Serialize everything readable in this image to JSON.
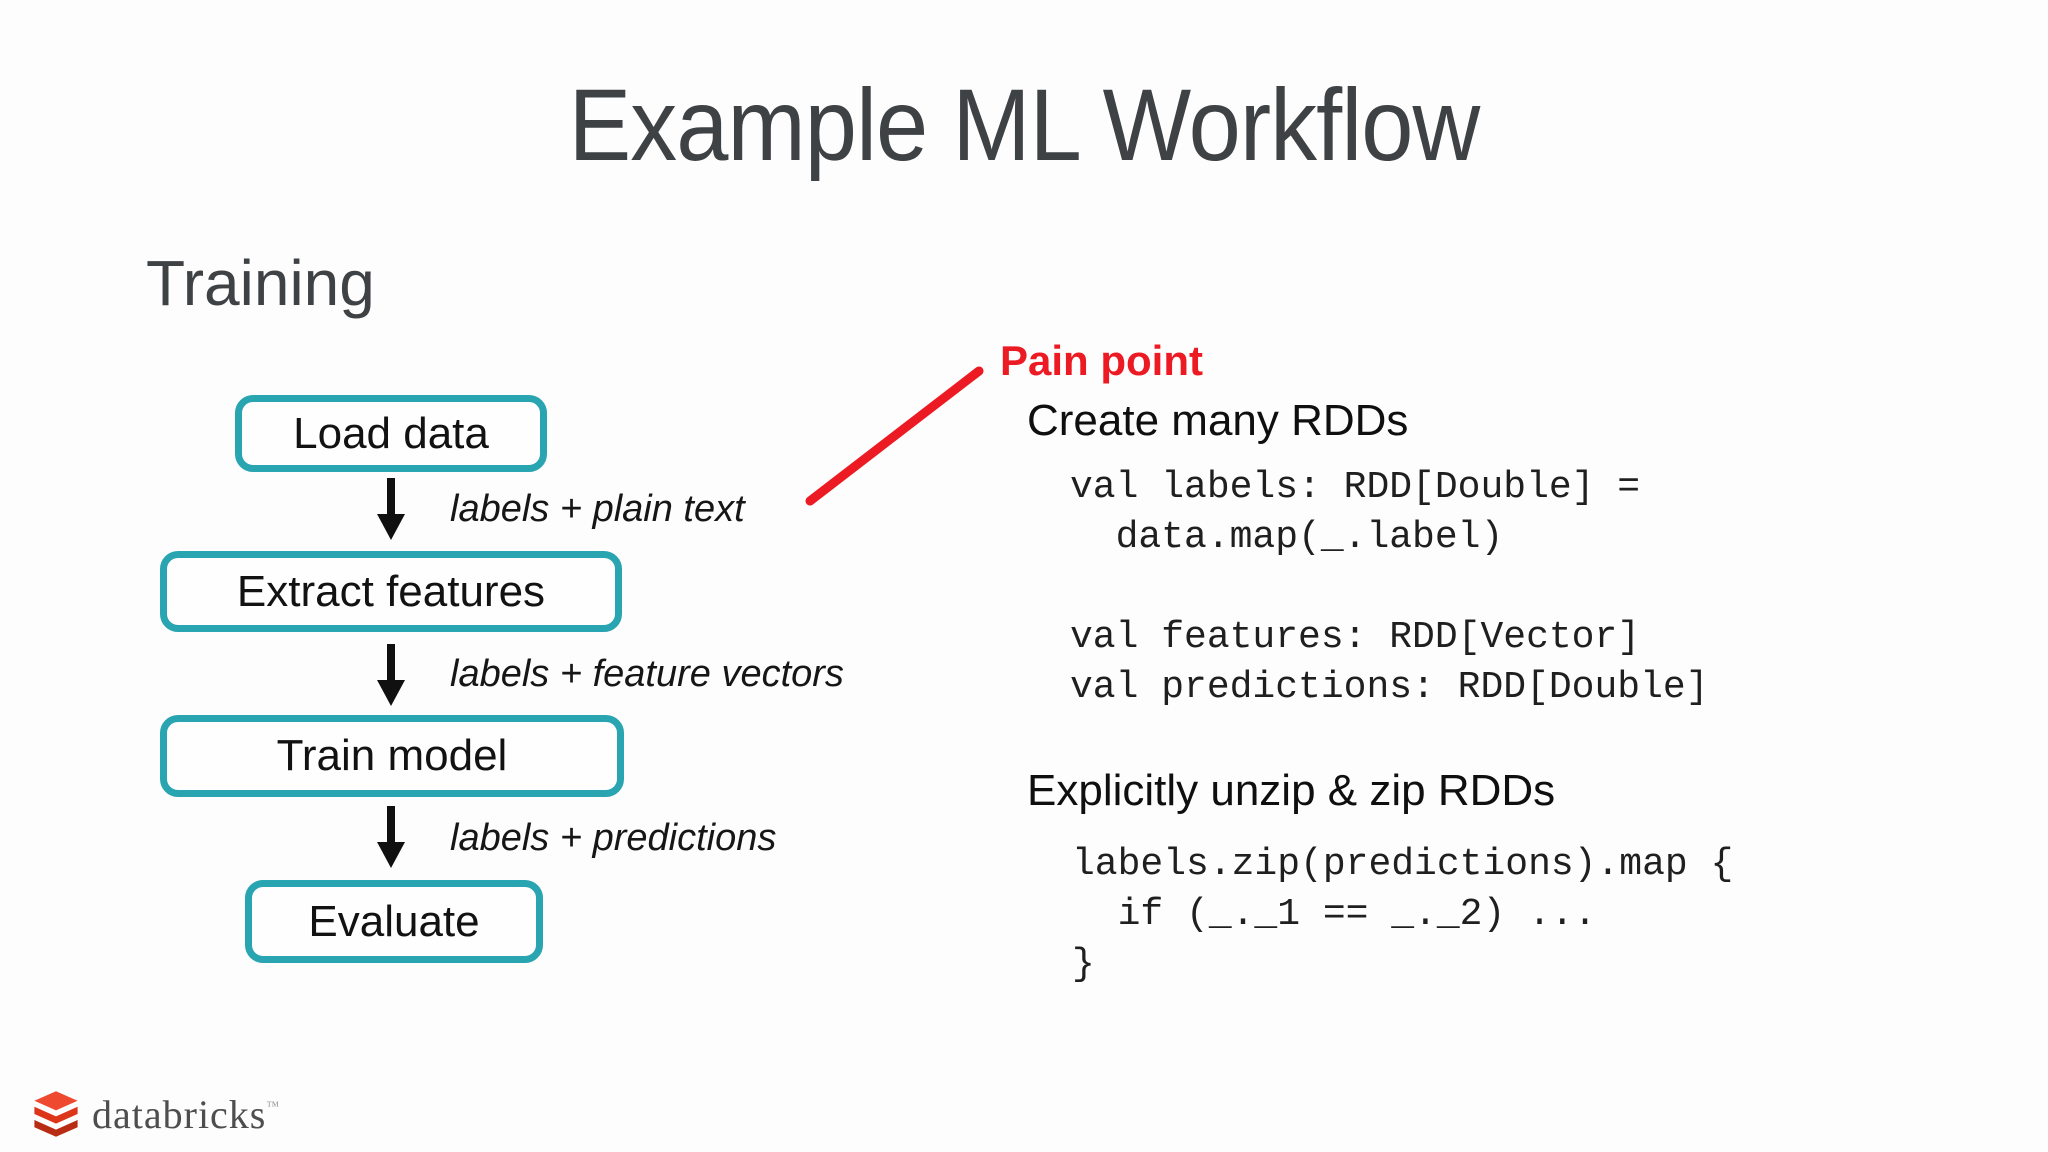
{
  "slide": {
    "title": "Example ML Workflow",
    "section_label": "Training"
  },
  "flowchart": {
    "boxes": [
      {
        "label": "Load data"
      },
      {
        "label": "Extract features"
      },
      {
        "label": "Train model"
      },
      {
        "label": "Evaluate"
      }
    ],
    "edge_labels": [
      "labels + plain text",
      "labels + feature vectors",
      "labels + predictions"
    ],
    "box_border_color": "#29a4b1",
    "arrow_color": "#101010"
  },
  "annotation": {
    "pain_point_label": "Pain point",
    "color": "#ec1b23"
  },
  "right_panel": {
    "sections": [
      {
        "heading": "Create many RDDs",
        "code": "val labels: RDD[Double] =\n  data.map(_.label)\n\nval features: RDD[Vector]\nval predictions: RDD[Double]"
      },
      {
        "heading": "Explicitly unzip & zip RDDs",
        "code": "labels.zip(predictions).map {\n  if (_._1 == _._2) ...\n}"
      }
    ]
  },
  "footer": {
    "logo_text": "databricks",
    "trademark": "™",
    "logo_color": "#e8432b"
  }
}
